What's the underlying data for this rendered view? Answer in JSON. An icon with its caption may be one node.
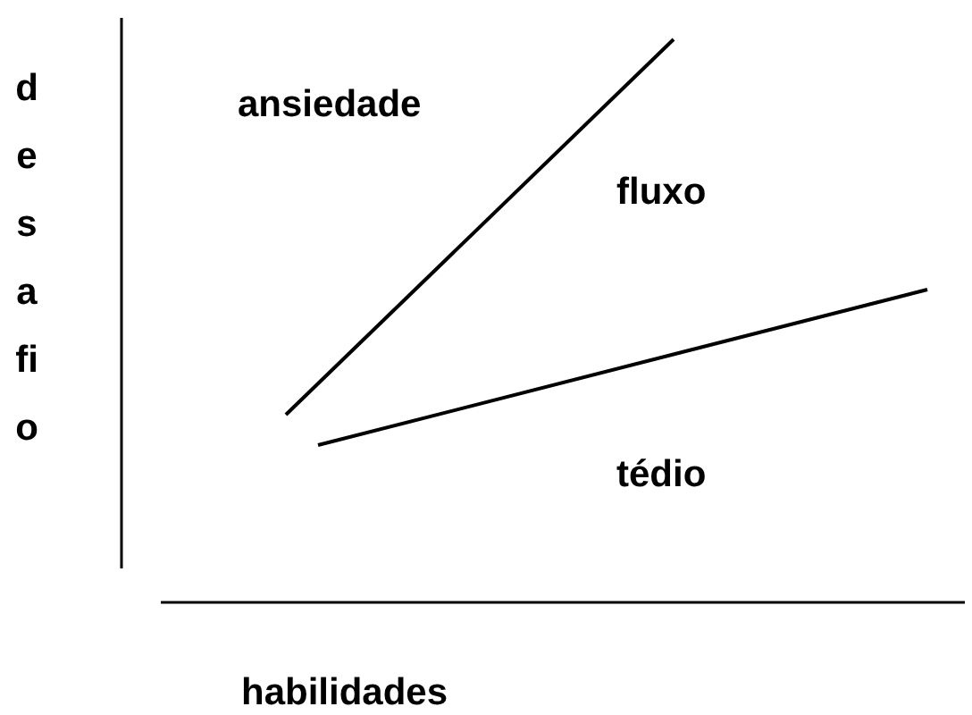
{
  "diagram": {
    "labels": [
      "desafio",
      "ansiedade",
      "fluxo",
      "tédio",
      "habilidades"
    ]
  }
}
